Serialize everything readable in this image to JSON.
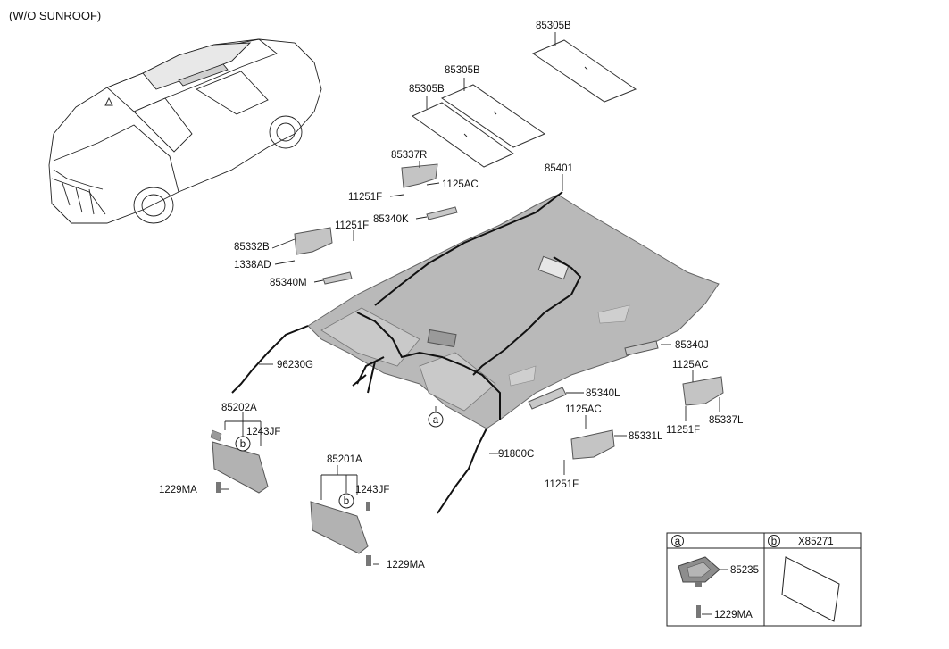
{
  "header": {
    "title": "(W/O SUNROOF)"
  },
  "labels": {
    "p85305B_a": "85305B",
    "p85305B_b": "85305B",
    "p85305B_c": "85305B",
    "p85337R": "85337R",
    "p11251F_a": "11251F",
    "p1125AC_a": "1125AC",
    "p85340K": "85340K",
    "p85401": "85401",
    "p11251F_b": "11251F",
    "p85332B": "85332B",
    "p1338AD": "1338AD",
    "p85340M": "85340M",
    "p96230G": "96230G",
    "p85340J": "85340J",
    "p1125AC_b": "1125AC",
    "p85340L": "85340L",
    "p1125AC_c": "1125AC",
    "p85337L": "85337L",
    "p11251F_c": "11251F",
    "p85331L": "85331L",
    "p85202A": "85202A",
    "p1243JF_a": "1243JF",
    "p1229MA_a": "1229MA",
    "p85201A": "85201A",
    "p1243JF_b": "1243JF",
    "p91800C": "91800C",
    "p11251F_d": "11251F",
    "p1229MA_b": "1229MA"
  },
  "callouts": {
    "a": "a",
    "b1": "b",
    "b2": "b"
  },
  "legend": {
    "cell_a_letter": "a",
    "cell_b_letter": "b",
    "cell_b_part": "X85271",
    "part_85235": "85235",
    "part_1229MA": "1229MA"
  }
}
